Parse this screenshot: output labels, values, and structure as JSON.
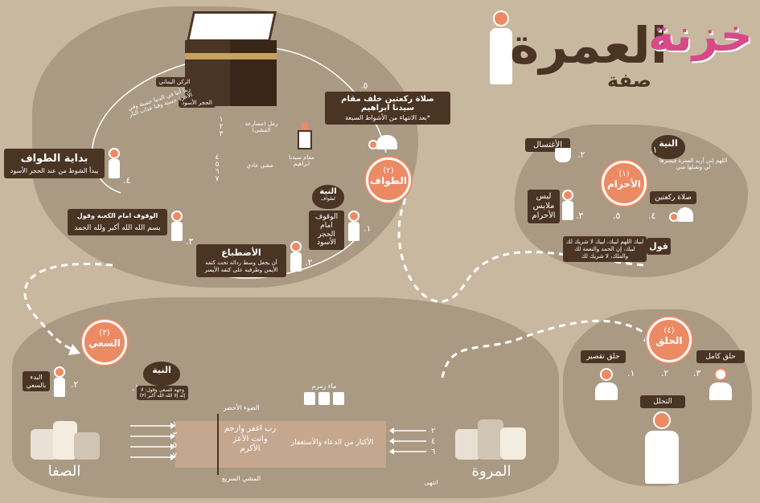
{
  "header": {
    "title": "العمرة",
    "subtitle": "صفة",
    "logo_text": "خزنة"
  },
  "kaaba": {
    "corner_yamani": "الركن اليماني",
    "hajar": "الحجر الأسود",
    "dua_between": "ربنا آتنا في الدنيا حسنة وفي الآخرة حسنة وقنا عذاب النار",
    "maqam_label": "مقام سيدنا ابراهيم",
    "ramal_label": "رمل (مسارعة المشي)",
    "walk_label": "مشي عادي",
    "laps_fast": [
      "١",
      "٢",
      "٣"
    ],
    "laps_normal": [
      "٤",
      "٥",
      "٦",
      "٧"
    ]
  },
  "tawaf": {
    "circle_num": "(٢)",
    "circle_label": "الطواف",
    "step5_num": "٥.",
    "step5_title": "صلاة ركعتين خلف مقام سيدنا ابراهيم",
    "step5_note": "*بعد الانتهاء من الأشواط السبعة",
    "start_title": "بداية الطواف",
    "start_sub": "يبدأ الشوط من عند الحجر الأسود",
    "start_num": "٤.",
    "stand_title": "الوقوف امام الكعبة وقول",
    "stand_sub": "بسم الله  الله أكبر  ولله الحمد",
    "stand_num": "٣.",
    "idtiba_title": "الأضطباع",
    "idtiba_sub": "أن يجعل وسط ردائه تحت كتفه الأيمن وطرفيه على كتفه الأيسر",
    "idtiba_num": "٢.",
    "niyyah_title": "النية",
    "niyyah_sub": "لطواف",
    "hajar_stand": "الوقوف امام الحجر الأسود",
    "step1_num": "١."
  },
  "ihram": {
    "circle_num": "(١)",
    "circle_label": "الأحرام",
    "niyyah_title": "النية",
    "niyyah_sub": "اللهم إني أريد العمرة فيسرها لي وتقبلها مني",
    "ghusl": "الأغتسال",
    "clothes": "لبس ملابس الأحرام",
    "pray": "صلاة ركعتين",
    "say": "قول",
    "talbiyah": "لبيك اللهم لبيك، لبيك لا شريك لك لبيك، إن الحمد والنعمة لك والملك، لا شريك لك",
    "n1": "١.",
    "n2": "٢.",
    "n3": "٣.",
    "n4": "٤.",
    "n5": "٥."
  },
  "halq": {
    "circle_num": "(٤)",
    "circle_label": "الحلق",
    "full": "حلق كامل",
    "short": "حلق تقصير",
    "tahallul": "التحلل",
    "n1": "١.",
    "n2": "٢.",
    "n3": "٣."
  },
  "sai": {
    "circle_num": "(٣)",
    "circle_label": "السعي",
    "start": "البدء بالسعي",
    "niyyah_title": "النية",
    "niyyah_sub": "وجهة للسعي وقول: لا إله إلا الله  الله أكبر (٣)",
    "n1": "١.",
    "n2": "٢.",
    "zamzam": "ماء زمزم",
    "green_light": "الضوء الأخضر",
    "fast_walk": "المشي السريع",
    "dua": "رب اغفر وارحم وانت الأعز الأكرم",
    "dhikr": "الأكثار من الدعاء والأستغفار",
    "safa": "الصفا",
    "marwa": "المروة",
    "end": "انتهى",
    "left_nums": [
      "١",
      "٣",
      "٥",
      "٧"
    ],
    "right_nums": [
      "٢",
      "٤",
      "٦"
    ]
  },
  "colors": {
    "background": "#c8b8a0",
    "land": "#aa9a84",
    "dark": "#4a3424",
    "accent": "#ec8a64",
    "logo": "#d64a8a"
  }
}
